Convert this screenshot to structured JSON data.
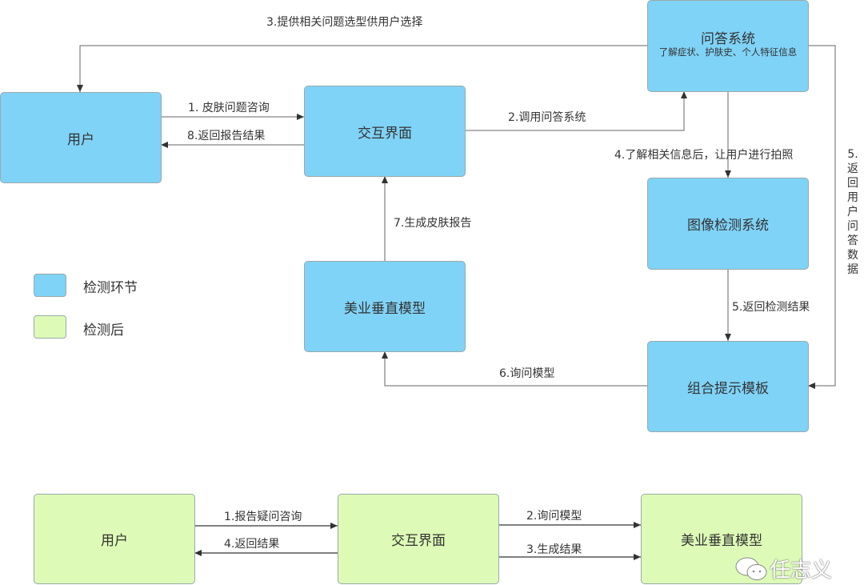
{
  "colors": {
    "stage": "#7fd3f7",
    "after": "#ddfbb6",
    "line": "#666666"
  },
  "top": {
    "user": "用户",
    "ui": "交互界面",
    "qa": {
      "title": "问答系统",
      "subtitle": "了解症状、护肤史、个人特征信息"
    },
    "image": "图像检测系统",
    "model": "美业垂直模型",
    "template": "组合提示模板",
    "edges": {
      "e1": "1. 皮肤问题咨询",
      "e8": "8.返回报告结果",
      "e2": "2.调用问答系统",
      "e3": "3.提供相关问题选型供用户选择",
      "e4": "4.了解相关信息后，让用户进行拍照",
      "e5a": "5.返回用户问答数据",
      "e5b": "5.返回检测结果",
      "e6": "6.询问模型",
      "e7": "7.生成皮肤报告"
    }
  },
  "legend": [
    {
      "label": "检测环节",
      "color": "#7fd3f7"
    },
    {
      "label": "检测后",
      "color": "#ddfbb6"
    }
  ],
  "bottom": {
    "user": "用户",
    "ui": "交互界面",
    "model": "美业垂直模型",
    "edges": {
      "e1": "1.报告疑问咨询",
      "e4": "4.返回结果",
      "e2": "2.询问模型",
      "e3": "3.生成结果"
    }
  },
  "watermark": {
    "icon": "wechat-icon",
    "text": "任志义"
  }
}
